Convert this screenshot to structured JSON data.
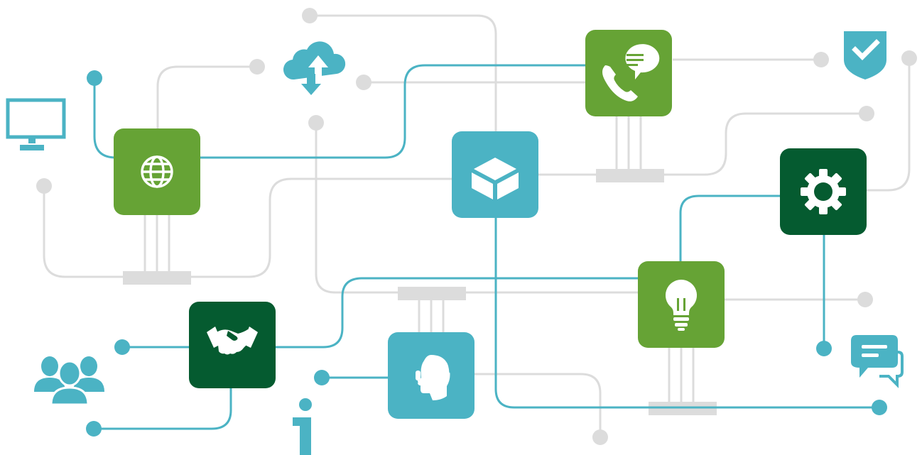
{
  "colors": {
    "teal": "#4bb3c4",
    "green": "#66a335",
    "dark_green": "#055b30",
    "gray_line": "#dcdcdc",
    "white": "#ffffff"
  },
  "nodes": [
    {
      "id": "globe",
      "icon": "globe-icon",
      "color": "green"
    },
    {
      "id": "cube",
      "icon": "cube-icon",
      "color": "teal"
    },
    {
      "id": "phone-chat",
      "icon": "phone-chat-icon",
      "color": "green"
    },
    {
      "id": "gear",
      "icon": "gear-icon",
      "color": "dark_green"
    },
    {
      "id": "lightbulb",
      "icon": "lightbulb-icon",
      "color": "green"
    },
    {
      "id": "handshake",
      "icon": "handshake-icon",
      "color": "dark_green"
    },
    {
      "id": "support-agent",
      "icon": "headset-agent-icon",
      "color": "teal"
    }
  ],
  "free_icons": [
    "monitor-icon",
    "cloud-upload-download-icon",
    "shield-check-icon",
    "users-group-icon",
    "info-icon",
    "chat-bubbles-icon"
  ]
}
